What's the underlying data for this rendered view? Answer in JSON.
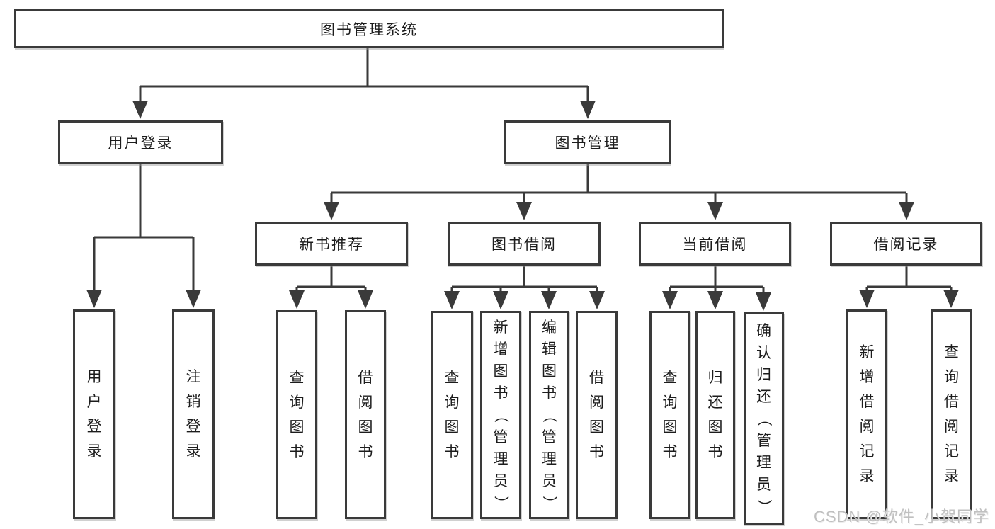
{
  "diagram_title": "图书管理系统",
  "tree": {
    "root": {
      "label": "图书管理系统",
      "children": [
        {
          "label": "用户登录",
          "children": [
            {
              "label": "用户登录"
            },
            {
              "label": "注销登录"
            }
          ]
        },
        {
          "label": "图书管理",
          "children": [
            {
              "label": "新书推荐",
              "children": [
                {
                  "label": "查询图书"
                },
                {
                  "label": "借阅图书"
                }
              ]
            },
            {
              "label": "图书借阅",
              "children": [
                {
                  "label": "查询图书"
                },
                {
                  "label": "新增图书（管理员）"
                },
                {
                  "label": "编辑图书（管理员）"
                },
                {
                  "label": "借阅图书"
                }
              ]
            },
            {
              "label": "当前借阅",
              "children": [
                {
                  "label": "查询图书"
                },
                {
                  "label": "归还图书"
                },
                {
                  "label": "确认归还（管理员）"
                }
              ]
            },
            {
              "label": "借阅记录",
              "children": [
                {
                  "label": "新增借阅记录"
                },
                {
                  "label": "查询借阅记录"
                }
              ]
            }
          ]
        }
      ]
    }
  },
  "watermark": {
    "text": "CSDN @软件_小贺同学"
  },
  "colors": {
    "line": "#3a3a3a",
    "box_border": "#3a3a3a",
    "text": "#1c1c1c",
    "watermark": "#c0c0c0",
    "background": "#ffffff"
  }
}
